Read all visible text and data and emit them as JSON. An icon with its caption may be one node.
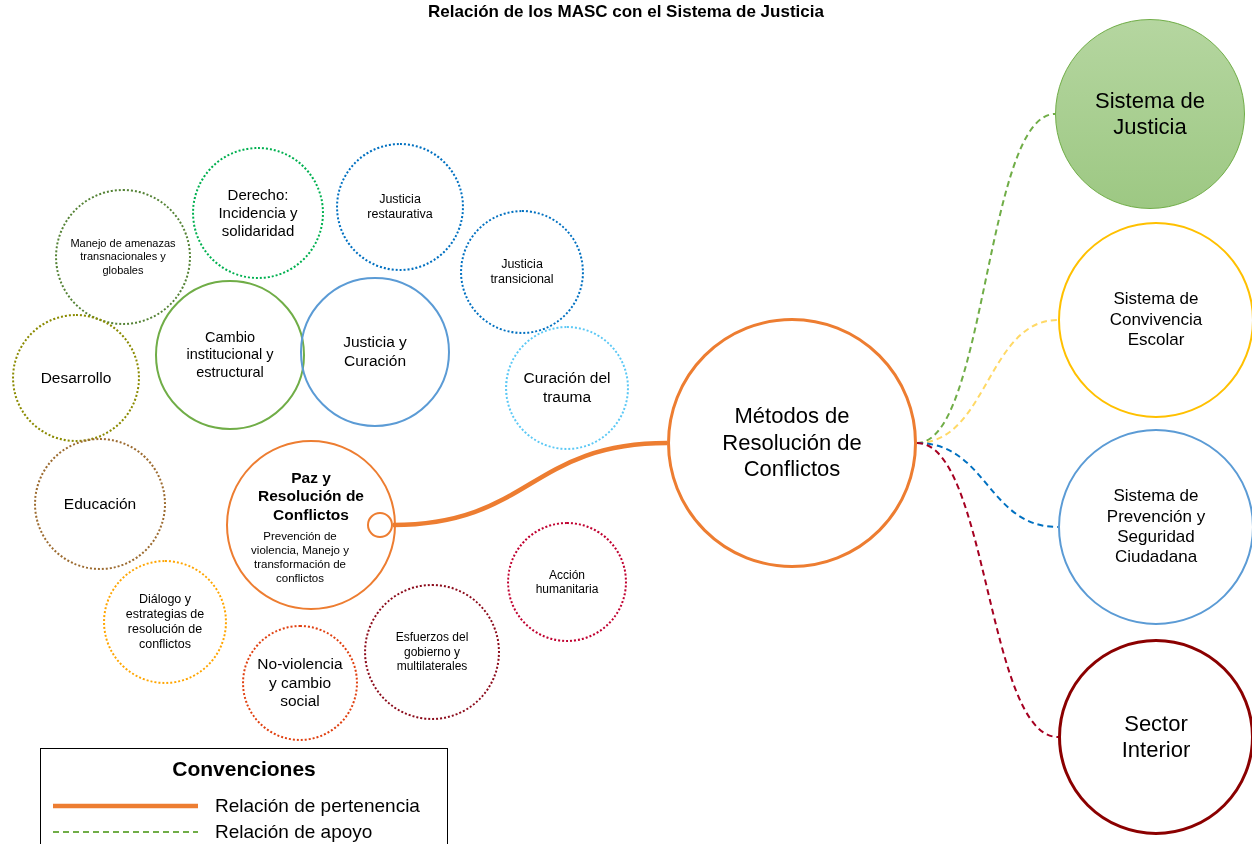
{
  "diagram": {
    "title": "Relación de los MASC con el Sistema de Justicia",
    "nodes": [
      {
        "text": [
          "Derecho: Incidencia y solidaridad"
        ]
      },
      {
        "text": [
          "Justicia restaurativa"
        ]
      },
      {
        "text": [
          "Manejo de amenazas transnacionales y globales"
        ]
      },
      {
        "text": [
          "Justicia transicional"
        ]
      },
      {
        "text": [
          "Cambio institucional y estructural"
        ]
      },
      {
        "text": [
          "Justicia y Curación"
        ]
      },
      {
        "text": [
          "Desarrollo"
        ]
      },
      {
        "text": [
          "Curación del trauma"
        ]
      },
      {
        "text": [
          "Paz y Resolución de Conflictos",
          "Prevención de violencia, Manejo y transformación de conflictos"
        ]
      },
      {
        "text": [],
        "shape": "circle",
        "in": 8
      },
      {
        "text": [
          "Educación"
        ]
      },
      {
        "text": [
          "Acción humanitaria"
        ]
      },
      {
        "text": [
          "Diálogo y estrategias de resolución de conflictos"
        ]
      },
      {
        "text": [
          "No-violencia y cambio social"
        ]
      },
      {
        "text": [
          "Esfuerzos del gobierno y multilaterales"
        ]
      },
      {
        "text": [
          "Métodos de Resolución de Conflictos"
        ]
      },
      {
        "text": [
          "Sistema de Justicia"
        ]
      },
      {
        "text": [
          "Sistema de Convivencia Escolar"
        ]
      },
      {
        "text": [
          "Sistema de Prevención y Seguridad Ciudadana"
        ]
      },
      {
        "text": [
          "Sector Interior"
        ]
      }
    ],
    "edges": [
      {
        "from": 9,
        "to": 15,
        "arrow": "none",
        "style": "thick",
        "color": "#ed7d31"
      },
      {
        "from": 15,
        "to": 16,
        "arrow": "none",
        "style": "dashed",
        "color": "#70ad47"
      },
      {
        "from": 15,
        "to": 17,
        "arrow": "none",
        "style": "dashed",
        "color": "#ffd966"
      },
      {
        "from": 15,
        "to": 18,
        "arrow": "none",
        "style": "dashed",
        "color": "#0070c0"
      },
      {
        "from": 15,
        "to": 19,
        "arrow": "none",
        "style": "dashed",
        "color": "#a50021"
      }
    ],
    "labels": [
      "Convenciones"
    ],
    "legend": [
      {
        "text": "Relación de pertenencia"
      },
      {
        "text": "Relación de apoyo"
      }
    ]
  }
}
